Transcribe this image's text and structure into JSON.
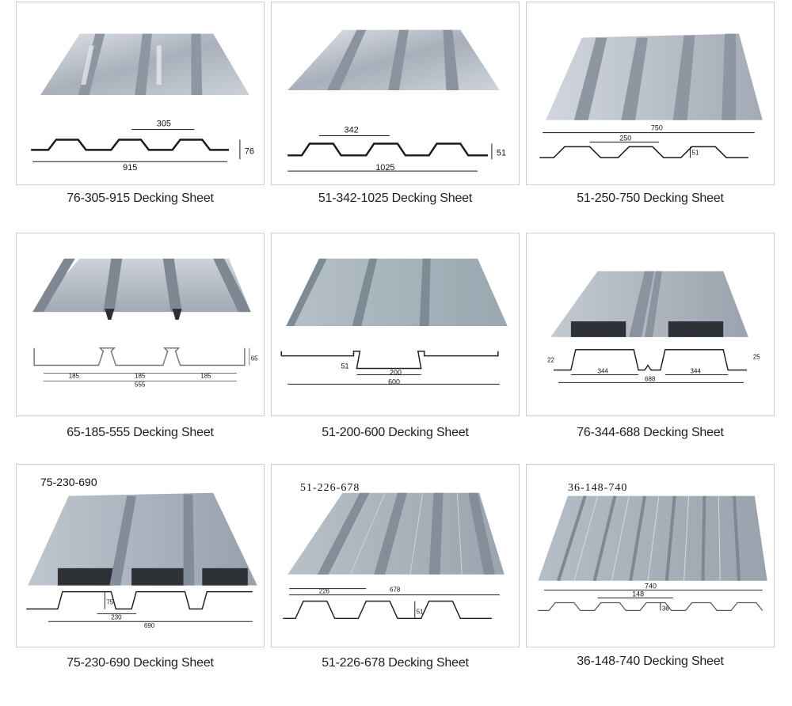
{
  "products": [
    {
      "caption": "76-305-915 Decking Sheet",
      "dims": [
        "305",
        "76",
        "915"
      ],
      "overlay_label": ""
    },
    {
      "caption": "51-342-1025 Decking Sheet",
      "dims": [
        "342",
        "51",
        "1025"
      ],
      "overlay_label": ""
    },
    {
      "caption": "51-250-750 Decking Sheet",
      "dims": [
        "750",
        "250",
        "51"
      ],
      "overlay_label": ""
    },
    {
      "caption": "65-185-555 Decking Sheet",
      "dims": [
        "185",
        "185",
        "185",
        "555",
        "65"
      ],
      "overlay_label": ""
    },
    {
      "caption": "51-200-600 Decking Sheet",
      "dims": [
        "51",
        "200",
        "600"
      ],
      "overlay_label": ""
    },
    {
      "caption": "76-344-688 Decking Sheet",
      "dims": [
        "22",
        "344",
        "344",
        "688",
        "25"
      ],
      "overlay_label": ""
    },
    {
      "caption": "75-230-690 Decking Sheet",
      "dims": [
        "75",
        "230",
        "690"
      ],
      "overlay_label": "75-230-690"
    },
    {
      "caption": "51-226-678 Decking Sheet",
      "dims": [
        "226",
        "678",
        "51"
      ],
      "overlay_label": "51-226-678"
    },
    {
      "caption": "36-148-740 Decking Sheet",
      "dims": [
        "740",
        "148",
        "36"
      ],
      "overlay_label": "36-148-740"
    }
  ],
  "colors": {
    "metal_light": "#c9ced6",
    "metal_mid": "#a9b0bb",
    "metal_dark": "#7f8792",
    "profile_line": "#1a1a1a",
    "panel_border": "#cfcfcf"
  }
}
